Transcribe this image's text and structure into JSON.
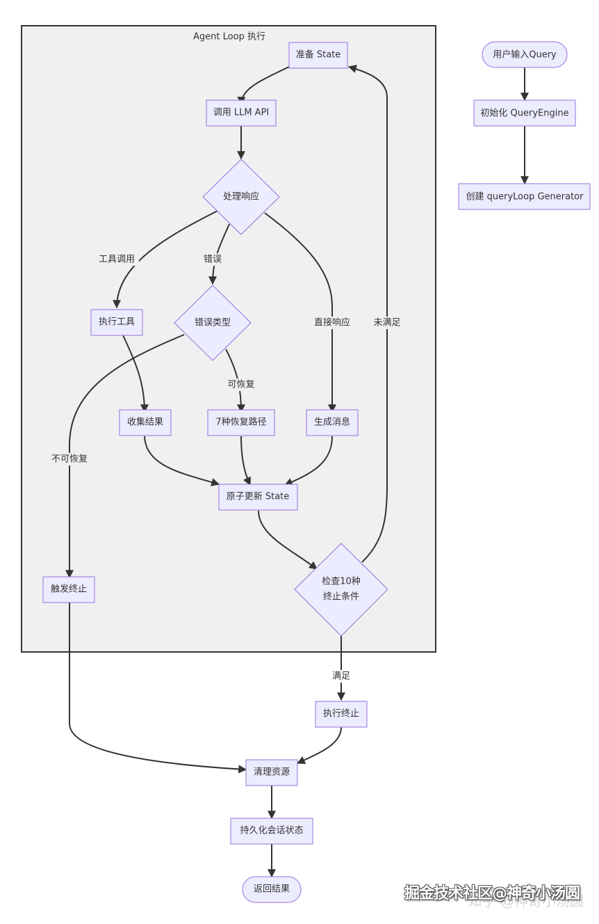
{
  "cluster": {
    "title": "Agent Loop 执行"
  },
  "nodes": {
    "prepare_state": "准备 State",
    "call_llm": "调用 LLM API",
    "handle_response": "处理响应",
    "exec_tool": "执行工具",
    "error_type": "错误类型",
    "collect_result": "收集结果",
    "recovery_paths": "7种恢复路径",
    "gen_message": "生成消息",
    "atomic_update": "原子更新 State",
    "trigger_stop": "触发终止",
    "check_line1": "检查10种",
    "check_line2": "终止条件",
    "user_input": "用户输入Query",
    "init_engine": "初始化 QueryEngine",
    "create_generator": "创建 queryLoop Generator",
    "exec_stop": "执行终止",
    "cleanup": "清理资源",
    "persist": "持久化会话状态",
    "return_result": "返回结果"
  },
  "edge_labels": {
    "tool_call": "工具调用",
    "error": "错误",
    "direct": "直接响应",
    "not_met": "未满足",
    "recoverable": "可恢复",
    "unrecoverable": "不可恢复",
    "met": "满足"
  },
  "colors": {
    "node_fill": "#ECECFF",
    "node_stroke": "#9370DB",
    "cluster_fill": "#f0f0f0",
    "edge": "#333333"
  },
  "watermark": {
    "primary": "掘金技术社区@神奇小汤圆",
    "secondary": "知乎 @神奇小汤圆"
  }
}
